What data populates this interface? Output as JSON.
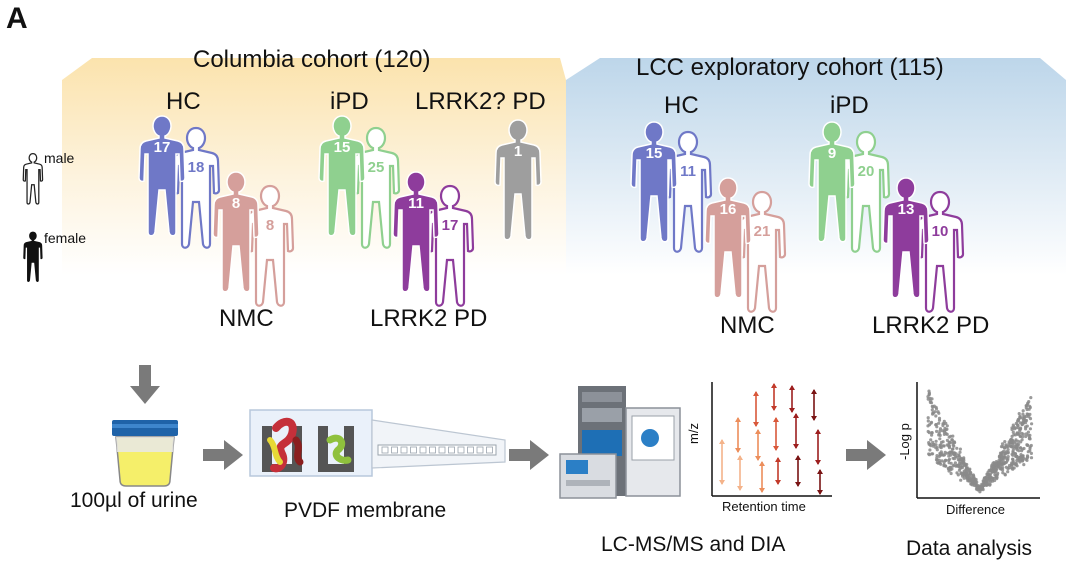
{
  "panel_label": "A",
  "legend": {
    "male": "male",
    "female": "female"
  },
  "cohorts": [
    {
      "title": "Columbia cohort (120)",
      "color": "#fbe3ad",
      "groups": [
        {
          "label": "HC",
          "color": "#6f78c7",
          "female": "17",
          "male": "18"
        },
        {
          "label": "NMC",
          "color": "#d59f9b",
          "female": "8",
          "male": "8"
        },
        {
          "label": "iPD",
          "color": "#8fd08f",
          "female": "15",
          "male": "25"
        },
        {
          "label": "LRRK2 PD",
          "color": "#8e3c9c",
          "female": "11",
          "male": "17"
        },
        {
          "label": "LRRK2? PD",
          "color": "#9e9e9e",
          "female": "1"
        }
      ]
    },
    {
      "title": "LCC exploratory cohort (115)",
      "color": "#bdd6ea",
      "groups": [
        {
          "label": "HC",
          "color": "#6f78c7",
          "female": "15",
          "male": "11"
        },
        {
          "label": "NMC",
          "color": "#d59f9b",
          "female": "16",
          "male": "21"
        },
        {
          "label": "iPD",
          "color": "#8fd08f",
          "female": "9",
          "male": "20"
        },
        {
          "label": "LRRK2 PD",
          "color": "#8e3c9c",
          "female": "13",
          "male": "10"
        }
      ]
    }
  ],
  "workflow": {
    "urine": "100µl of urine",
    "membrane": "PVDF membrane",
    "lcms": "LC-MS/MS and DIA",
    "analysis": "Data analysis",
    "ms_plot": {
      "ylabel": "m/z",
      "xlabel": "Retention time"
    },
    "volcano": {
      "ylabel": "-Log p",
      "xlabel": "Difference"
    }
  }
}
